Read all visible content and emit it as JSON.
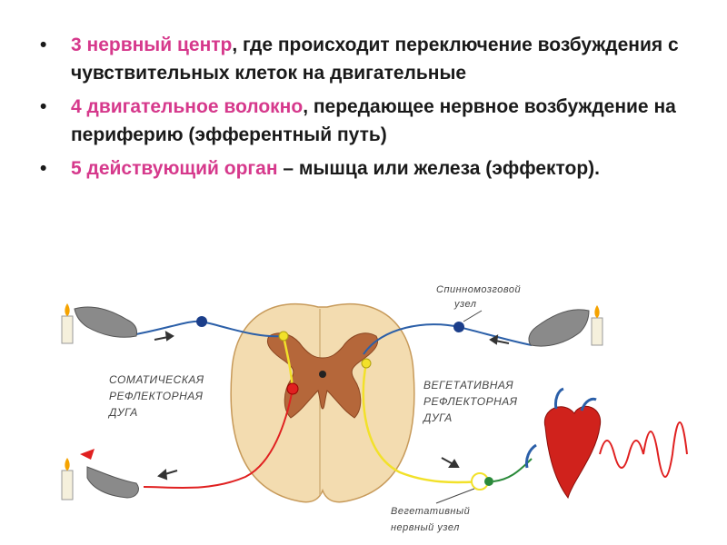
{
  "bullets": [
    {
      "highlight": "3 нервный центр",
      "text": ", где происходит переключение возбуждения с чувствительных клеток на двигательные"
    },
    {
      "highlight": "4 двигательное волокно",
      "text": ", передающее нервное возбуждение на периферию (эфферентный путь)"
    },
    {
      "highlight": "5 действующий орган",
      "text": " – мышца или железа (эффектор)."
    }
  ],
  "bullet_marker": "•",
  "colors": {
    "highlight": "#d6398c",
    "text": "#1a1a1a",
    "spinal_cord": "#f3dcb0",
    "grey_matter": "#b5673a",
    "motor_fiber": "#e02020",
    "sensory_fiber": "#2b5fa8",
    "autonomic_fiber": "#f2e12a"
  },
  "labels": {
    "somatic": [
      "СОМАТИЧЕСКАЯ",
      "РЕФЛЕКТОРНАЯ",
      "ДУГА"
    ],
    "vegetative": [
      "ВЕГЕТАТИВНАЯ",
      "РЕФЛЕКТОРНАЯ",
      "ДУГА"
    ],
    "spinal_ganglion": [
      "Спинномозговой",
      "узел"
    ],
    "veg_ganglion": [
      "Вегетативный",
      "нервный узел"
    ]
  }
}
